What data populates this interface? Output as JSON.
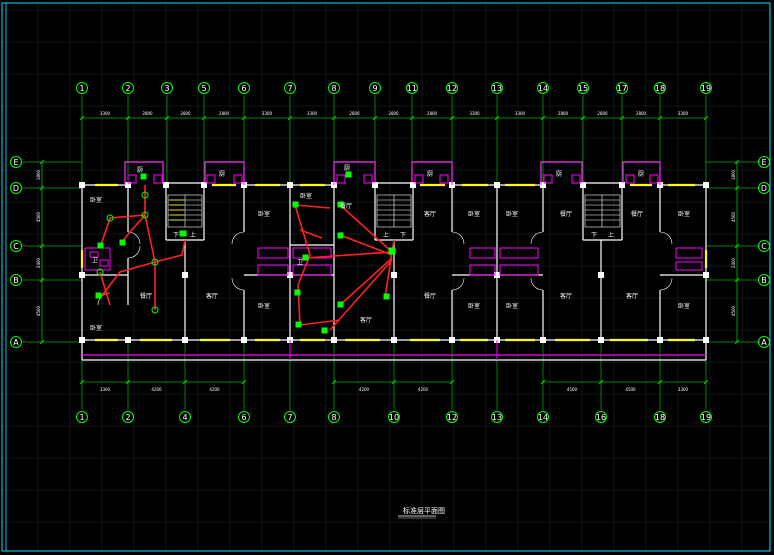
{
  "drawing": {
    "title": "标准层平面图",
    "colors": {
      "background": "#000000",
      "border": "#00e5ff",
      "grid": "#1c2a3a",
      "axis": "#00ff00",
      "wall": "#ffffff",
      "window": "#ffff00",
      "fixture": "#ff00ff",
      "wiring": "#ff2222",
      "device": "#00ff00",
      "dimension": "#00ff00"
    },
    "top_axes": [
      "1",
      "2",
      "3",
      "5",
      "6",
      "7",
      "8",
      "9",
      "11",
      "12",
      "13",
      "14",
      "15",
      "17",
      "18",
      "19"
    ],
    "bottom_axes": [
      "1",
      "2",
      "4",
      "6",
      "7",
      "8",
      "10",
      "12",
      "13",
      "14",
      "16",
      "18",
      "19"
    ],
    "side_axes": [
      "E",
      "D",
      "C",
      "B",
      "A"
    ],
    "top_dims": [
      "3300",
      "2800",
      "2800",
      "2800",
      "3300",
      "3300",
      "2800",
      "2800",
      "2800",
      "3300",
      "3300",
      "2800",
      "2800",
      "2800",
      "3300"
    ],
    "bottom_dims": [
      "3300",
      "4200",
      "4200",
      "4200",
      "4200",
      "4500",
      "4500",
      "3300"
    ],
    "left_dims": [
      "1800",
      "4500",
      "2400",
      "4500"
    ],
    "right_dims": [
      "1800",
      "4500",
      "2400",
      "4500"
    ],
    "room_labels": [
      {
        "text": "卧室"
      },
      {
        "text": "卧室"
      },
      {
        "text": "餐厅"
      },
      {
        "text": "客厅"
      },
      {
        "text": "卧室"
      },
      {
        "text": "卧室"
      },
      {
        "text": "卧室"
      },
      {
        "text": "餐厅"
      },
      {
        "text": "客厅"
      },
      {
        "text": "餐厅"
      },
      {
        "text": "客厅"
      },
      {
        "text": "卧室"
      },
      {
        "text": "卧室"
      },
      {
        "text": "卧室"
      },
      {
        "text": "卧室"
      },
      {
        "text": "餐厅"
      },
      {
        "text": "客厅"
      },
      {
        "text": "餐厅"
      },
      {
        "text": "客厅"
      },
      {
        "text": "卧室"
      },
      {
        "text": "卧室"
      },
      {
        "text": "厨"
      },
      {
        "text": "厨"
      },
      {
        "text": "厨"
      },
      {
        "text": "厨"
      },
      {
        "text": "厨"
      },
      {
        "text": "厨"
      },
      {
        "text": "卫"
      },
      {
        "text": "卫"
      }
    ],
    "stair_labels": [
      "下",
      "上",
      "上",
      "下",
      "下",
      "上"
    ]
  }
}
